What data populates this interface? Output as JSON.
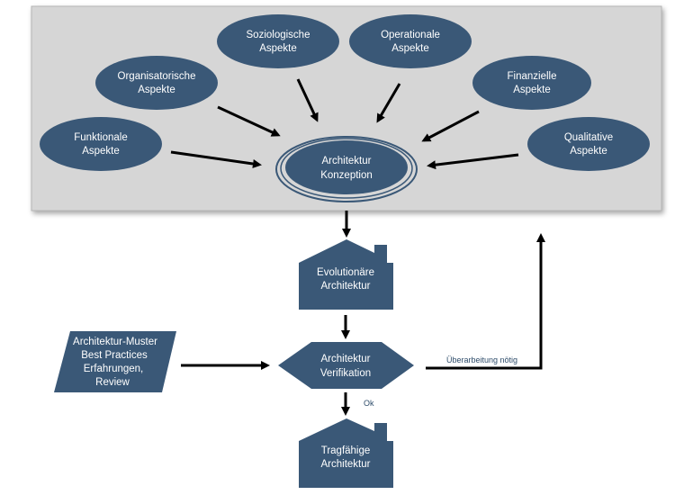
{
  "colors": {
    "node_fill": "#3a5877",
    "panel_bg": "#d6d6d6",
    "arrow": "#000000",
    "text": "#ffffff"
  },
  "aspects": {
    "soziologische": [
      "Soziologische",
      "Aspekte"
    ],
    "operationale": [
      "Operationale",
      "Aspekte"
    ],
    "organisatorische": [
      "Organisatorische",
      "Aspekte"
    ],
    "finanzielle": [
      "Finanzielle",
      "Aspekte"
    ],
    "funktionale": [
      "Funktionale",
      "Aspekte"
    ],
    "qualitative": [
      "Qualitative",
      "Aspekte"
    ]
  },
  "center": [
    "Architektur",
    "Konzeption"
  ],
  "evolutionaer": [
    "Evolutionäre",
    "Architektur"
  ],
  "verifikation": [
    "Architektur",
    "Verifikation"
  ],
  "tragfaehig": [
    "Tragfähige",
    "Architektur"
  ],
  "inputs": [
    "Architektur-Muster",
    "Best Practices",
    "Erfahrungen,",
    "Review"
  ],
  "edge_labels": {
    "ueberarbeitung": "Überarbeitung nötig",
    "ok": "Ok"
  }
}
